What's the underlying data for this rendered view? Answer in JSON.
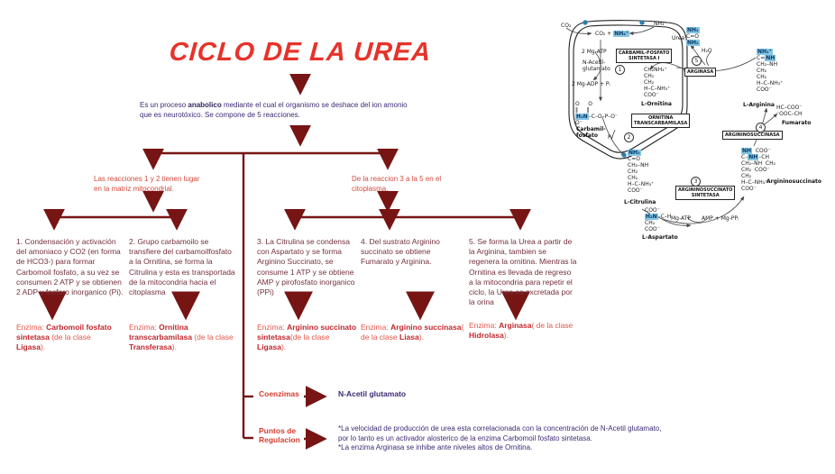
{
  "title": "CICLO DE LA UREA",
  "intro": {
    "pre": "Es un proceso ",
    "bold": "anabolico",
    "post": " mediante el cual el organismo se deshace del ion amonio que es neurotóxico. Se compone de 5 reacciones."
  },
  "branches": {
    "left": "Las reacciones 1 y 2 tienen lugar en la matriz mitocondrial.",
    "right": "De la reaccion 3 a la 5 en el citoplasma."
  },
  "reactions": [
    {
      "text": "1. Condensación y activación del amoniaco y CO2 (en forma de HCO3-) para formar Carbomoil fosfato, a su vez se consumen 2 ATP y se obtienen 2 ADP y fosforo inorganico (Pi)."
    },
    {
      "text": "2. Grupo carbamoilo se transfiere del carbamoilfosfato a la Ornitina, se forma la Citrulina y esta es transportada de la mitocondria hacia el citoplasma"
    },
    {
      "text": "3. La Citrulina se condensa con Aspartato y se forma Arginino Succinato, se consume 1 ATP y se obtiene AMP y pirofosfato inorganico (PPi)"
    },
    {
      "text": "4. Del sustrato Arginino succinato se obtiene Fumarato y Arginina."
    },
    {
      "text": "5. Se forma la Urea a partir de la Arginina, tambien se regenera la ornitina. Mientras la Ornitina es llevada de regreso a la mitocondria para repetir el ciclo, la Urea es excretada por la orina"
    }
  ],
  "enzymes": [
    {
      "prefix": "Enzima: ",
      "name": "Carbomoil fosfato sintetasa",
      "mid": " (de la clase ",
      "clase": "Ligasa",
      "suffix": ")."
    },
    {
      "prefix": "Enzima: ",
      "name": "Ornitina transcarbamilasa",
      "mid": " (de la clase ",
      "clase": "Transferasa",
      "suffix": ")."
    },
    {
      "prefix": "Enzima: ",
      "name": "Arginino succinato sintetasa",
      "mid": "(de la clase ",
      "clase": "Ligasa",
      "suffix": ")."
    },
    {
      "prefix": "Enzima: ",
      "name": "Arginino succinasa",
      "mid": "( de la clase ",
      "clase": "Liasa",
      "suffix": ")."
    },
    {
      "prefix": "Enzima: ",
      "name": "Arginasa",
      "mid": "( de la clase ",
      "clase": "Hidrolasa",
      "suffix": ")."
    }
  ],
  "coenzymes": {
    "label": "Coenzimas",
    "value": "N-Acetil glutamato"
  },
  "regulation": {
    "label": "Puntos de Regulacion",
    "points": [
      "*La velocidad de producción de urea esta correlacionada con la concentración de N-Acetil glutamato, por lo tanto es un activador alosterico de la enzima Carbomoil fosfato sintetasa.",
      "*La enzima Arginasa se inhibe ante niveles altos de Ornitina."
    ]
  },
  "colors": {
    "title_red": "#e6332a",
    "connector_maroon": "#771414",
    "branch_red": "#d14b3e",
    "enzyme_red": "#c1272d",
    "body_indigo": "#3f2a75",
    "highlight_blue": "#85c6e4",
    "membrane_dot_blue": "#2e7fa8"
  },
  "cycle_diagram": {
    "molecules": {
      "carbamil_fosfato": {
        "lines": [
          "O     O",
          "‖     ‖",
          "[[H₂N]]–C–O–P–O⁻",
          "O⁻"
        ],
        "label": "Carbamil-fosfato"
      },
      "ornitina": {
        "lines": [
          "CH₂NH₃⁺",
          "CH₂",
          "CH₂",
          "H–C–NH₃⁺",
          "COO⁻"
        ],
        "label": "L-Ornitina"
      },
      "citrulina": {
        "lines": [
          "[[NH₂]]",
          "C=O",
          "CH₂–NH",
          "CH₂",
          "CH₂",
          "H–C–NH₃⁺",
          "COO⁻"
        ],
        "label": "L-Citrulina"
      },
      "aspartato": {
        "lines": [
          "COO⁻",
          "[[H₂N]]–C–H",
          "CH₂",
          "COO⁻"
        ],
        "label": "L-Aspartato"
      },
      "argininosuccinato": {
        "lines": [
          "[[NH]]  COO⁻",
          "C–[[NH]]–CH",
          "CH₂–NH  CH₂",
          "CH₂  COO⁻",
          "CH₂",
          "H–C–NH₃⁺",
          "COO⁻"
        ],
        "label": "Argininosuccinato"
      },
      "arginina": {
        "lines": [
          "[[NH₂⁺]]",
          "C=[[NH]]",
          "CH₂–NH",
          "CH₂",
          "CH₂",
          "H–C–NH₃⁺",
          "COO⁻"
        ],
        "label": "L-Arginina"
      },
      "urea": {
        "lines": [
          "[[NH₂]]",
          "C=O",
          "[[NH₂]]"
        ],
        "label": "Urea"
      },
      "fumarato": {
        "lines": [
          "HC–COO⁻",
          "⁻OOC–CH"
        ],
        "label": "Fumarato"
      }
    },
    "enzyme_boxes": {
      "cps1": [
        "CARBAMIL-FOSFATO",
        "SINTETASA I"
      ],
      "otc": [
        "ORNITINA",
        "TRANSCARBAMILASA"
      ],
      "ass": [
        "ARGININOSUCCINATO",
        "SINTETASA"
      ],
      "asl": [
        "ARGININOSUCCINASA"
      ],
      "arginasa": [
        "ARGINASA"
      ]
    },
    "cofactors": {
      "co2_out": "CO₂",
      "nh4_out": "NH₄⁺",
      "carbamoyl_input": "CO₂ + [[NH₄⁺]]",
      "atp2": "2 Mg-ATP",
      "nag": "N-Acetil-glutamato",
      "adp2": "2 Mg-ADP + Pᵢ",
      "pi": "Pᵢ",
      "h2o": "H₂O",
      "mg_atp": "Mg-ATP",
      "amp": "AMP + Mg-PPᵢ"
    },
    "steps": [
      "1",
      "2",
      "3",
      "4",
      "5"
    ]
  }
}
